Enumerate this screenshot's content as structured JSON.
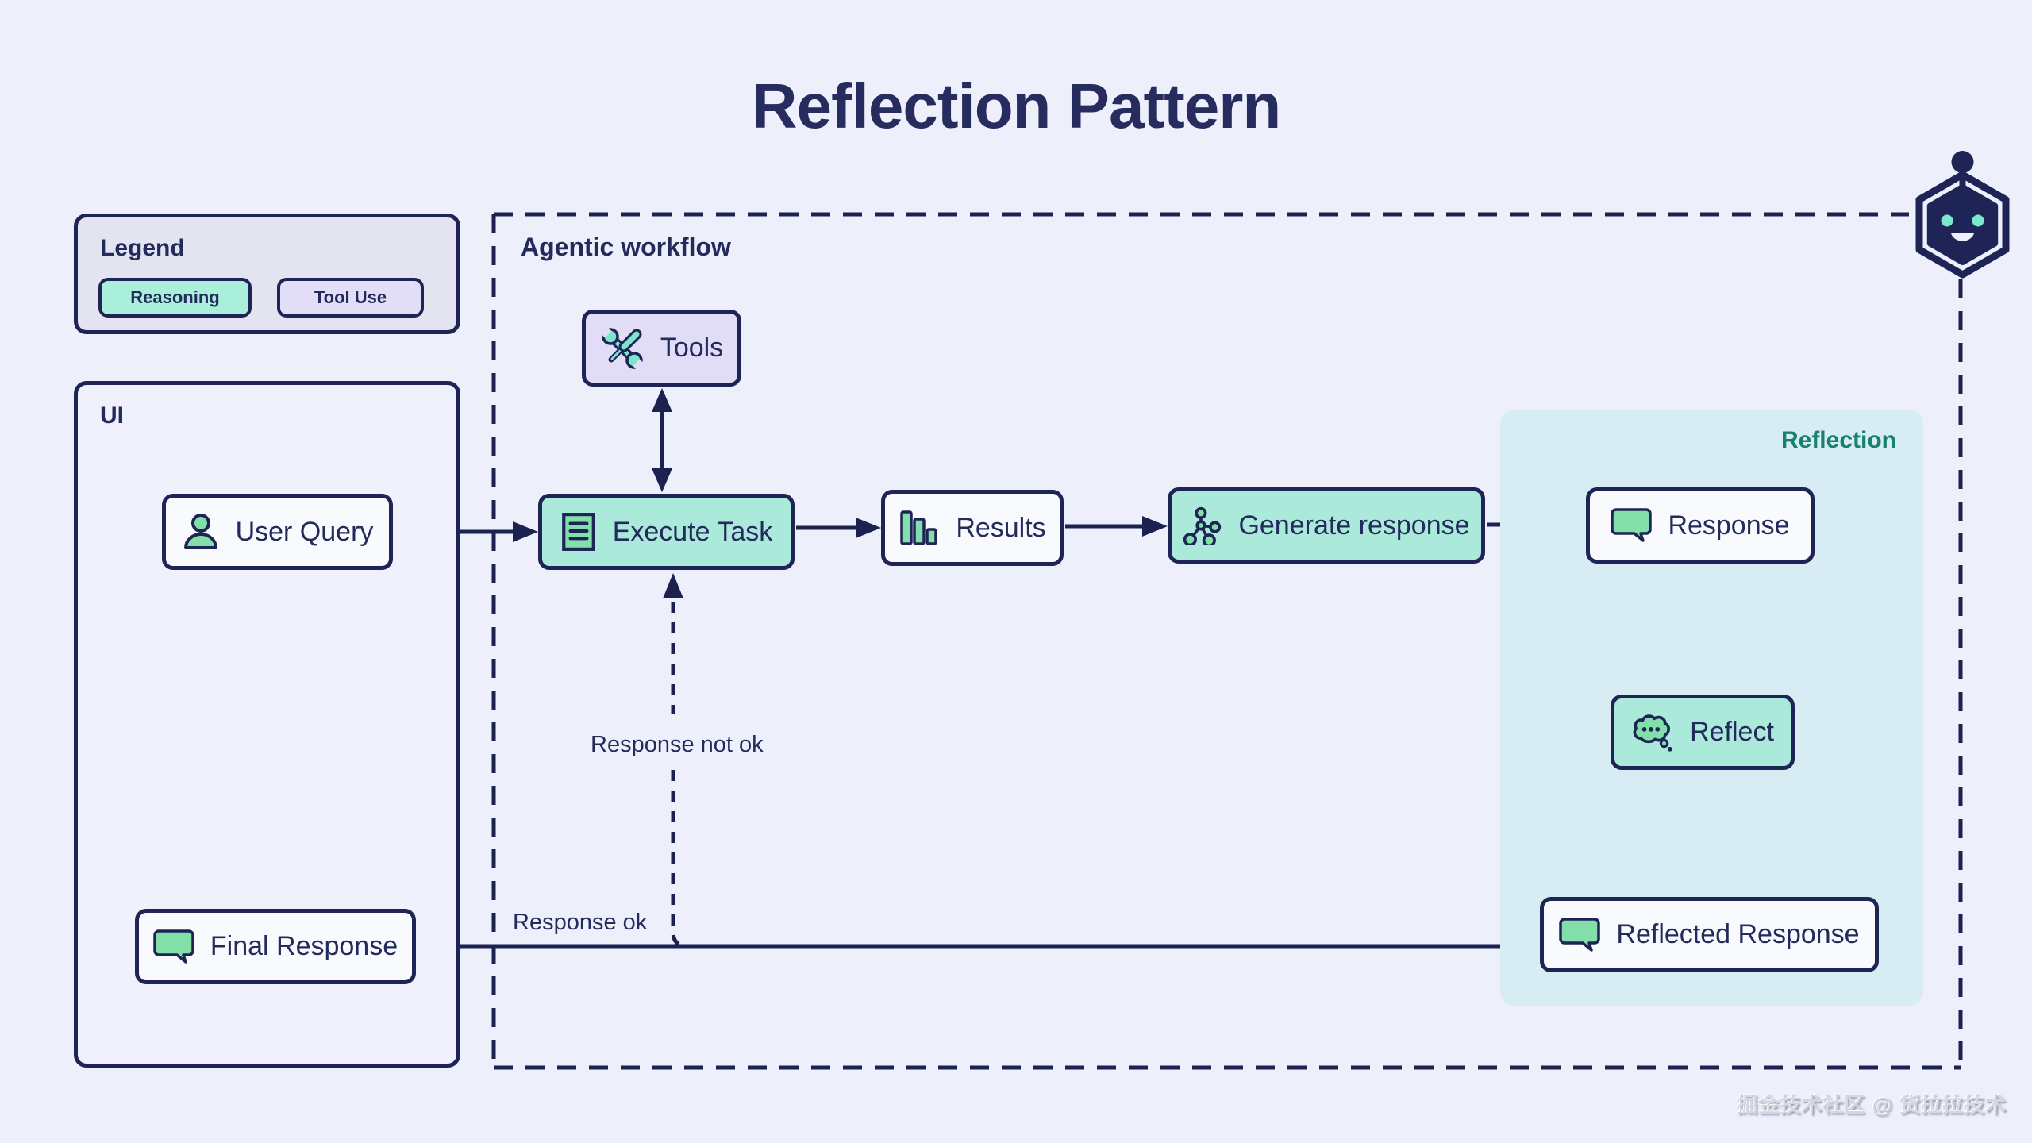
{
  "title": "Reflection Pattern",
  "legend": {
    "title": "Legend",
    "reasoning": "Reasoning",
    "tool_use": "Tool Use"
  },
  "ui": {
    "title": "UI",
    "user_query": "User Query",
    "final_response": "Final Response"
  },
  "workflow": {
    "title": "Agentic workflow",
    "tools": "Tools",
    "execute_task": "Execute Task",
    "results": "Results",
    "generate_response": "Generate response"
  },
  "reflection": {
    "title": "Reflection",
    "response": "Response",
    "reflect": "Reflect",
    "reflected_response": "Reflected Response"
  },
  "edge_labels": {
    "response_not_ok": "Response not ok",
    "response_ok": "Response ok"
  },
  "watermark": "掘金技术社区 @ 货拉拉技术",
  "icons": {
    "tools": "wrench-screwdriver-icon",
    "execute_task": "task-list-icon",
    "results": "bar-chart-icon",
    "generate_response": "network-graph-icon",
    "response": "speech-bubble-icon",
    "reflect": "thought-bubble-icon",
    "reflected_response": "speech-bubble-icon",
    "user_query": "person-icon",
    "final_response": "speech-bubble-icon",
    "mascot": "robot-hexagon-icon"
  },
  "colors": {
    "background": "#edeffb",
    "navy": "#1f2456",
    "teal_box": "#abeadb",
    "lavender_box": "#e1ddf6",
    "white_box": "#f8fafd",
    "legend_bg": "#e4e4f0",
    "reflection_bg": "#d8ecf3",
    "reflection_label": "#17816e",
    "icon_green": "#82dfa9",
    "icon_teal": "#7ce5cc",
    "title_text": "#272c5e"
  }
}
